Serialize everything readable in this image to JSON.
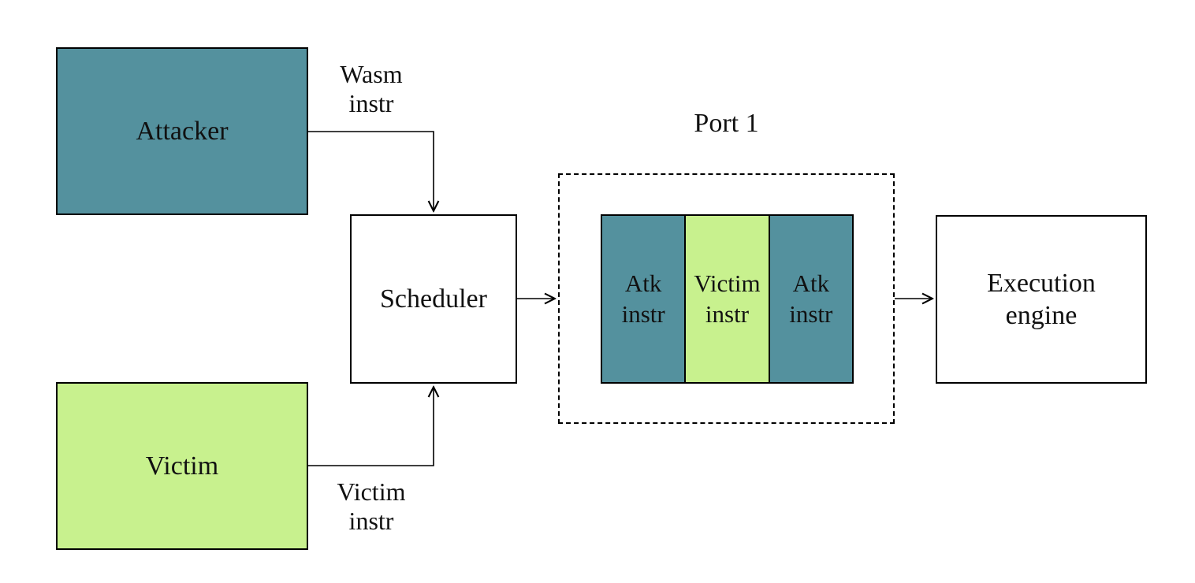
{
  "diagram": {
    "nodes": {
      "attacker": {
        "label": "Attacker"
      },
      "victim": {
        "label": "Victim"
      },
      "scheduler": {
        "label": "Scheduler"
      },
      "execution_engine": {
        "label": "Execution\nengine"
      },
      "port": {
        "title": "Port 1"
      }
    },
    "port_segments": [
      {
        "label": "Atk\ninstr",
        "fill": "#54919E"
      },
      {
        "label": "Victim\ninstr",
        "fill": "#C8F18E"
      },
      {
        "label": "Atk\ninstr",
        "fill": "#54919E"
      }
    ],
    "edge_labels": {
      "attacker_to_scheduler": "Wasm\ninstr",
      "victim_to_scheduler": "Victim\ninstr"
    },
    "colors": {
      "attacker_fill": "#54919E",
      "victim_fill": "#C8F18E",
      "box_fill": "#FFFFFF",
      "line": "#000000",
      "text": "#111111",
      "background": "#FFFFFF"
    }
  }
}
